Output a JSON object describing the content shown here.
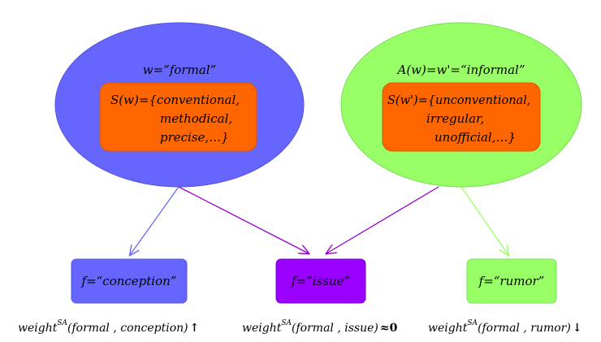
{
  "left_concept": {
    "word_label": "w=“formal”",
    "synonyms": [
      "S(w)={conventional,",
      "methodical,",
      "precise,…}"
    ],
    "ellipse_color": "#6666ff",
    "box_color": "#ff6600"
  },
  "right_concept": {
    "word_label": "A(w)=w'=“informal”",
    "synonyms": [
      "S(w')={unconventional,",
      "irregular,",
      "unofficial,…}"
    ],
    "ellipse_color": "#99ff66",
    "box_color": "#ff6600"
  },
  "features": [
    {
      "label": "f=“conception”",
      "color": "#6666ff"
    },
    {
      "label": "f=“issue”",
      "color": "#9900ff"
    },
    {
      "label": "f=“rumor”",
      "color": "#99ff66"
    }
  ],
  "weights": [
    {
      "prefix": "weight",
      "superscript": "SA",
      "args": "(formal , conception)",
      "trend": "↑"
    },
    {
      "prefix": "weight",
      "superscript": "SA",
      "args": "(formal , issue)",
      "trend": "≈0"
    },
    {
      "prefix": "weight",
      "superscript": "SA",
      "args": "(formal , rumor)",
      "trend": "↓"
    }
  ],
  "arrow_colors": {
    "blue": "#6666ff",
    "purple": "#9900cc",
    "green": "#99ff66"
  }
}
